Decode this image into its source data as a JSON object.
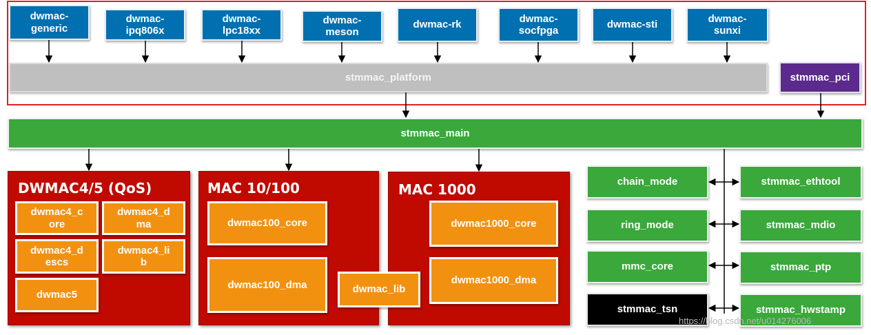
{
  "glue_drivers": [
    "dwmac-\ngeneric",
    "dwmac-\nipq806x",
    "dwmac-\nlpc18xx",
    "dwmac-\nmeson",
    "dwmac-rk",
    "dwmac-\nsocfpga",
    "dwmac-sti",
    "dwmac-\nsunxi"
  ],
  "platform_label": "stmmac_platform",
  "pci_label": "stmmac_pci",
  "main_label": "stmmac_main",
  "qos_panel": {
    "title": "DWMAC4/5 (QoS)",
    "items": [
      "dwmac4_c\nore",
      "dwmac4_d\nma",
      "dwmac4_d\nescs",
      "dwmac4_li\nb",
      "dwmac5"
    ]
  },
  "mac100_panel": {
    "title": "MAC 10/100",
    "items": [
      "dwmac100_core",
      "dwmac100_dma"
    ]
  },
  "mac1000_panel": {
    "title": "MAC 1000",
    "items": [
      "dwmac1000_core",
      "dwmac1000_dma"
    ]
  },
  "shared_lib_label": "dwmac_lib",
  "left_modules": [
    "chain_mode",
    "ring_mode",
    "mmc_core",
    "stmmac_tsn"
  ],
  "right_modules": [
    "stmmac_ethtool",
    "stmmac_mdio",
    "stmmac_ptp",
    "stmmac_hwstamp"
  ],
  "colors": {
    "glue": "#0070b0",
    "platform": "#bfbfbf",
    "pci": "#5b2a8c",
    "main": "#3aa83a",
    "panel": "#c00a00",
    "block": "#f29110",
    "tsn": "#000000",
    "frame": "#e02020"
  },
  "watermark": "https://blog.csdn.net/u014276006"
}
